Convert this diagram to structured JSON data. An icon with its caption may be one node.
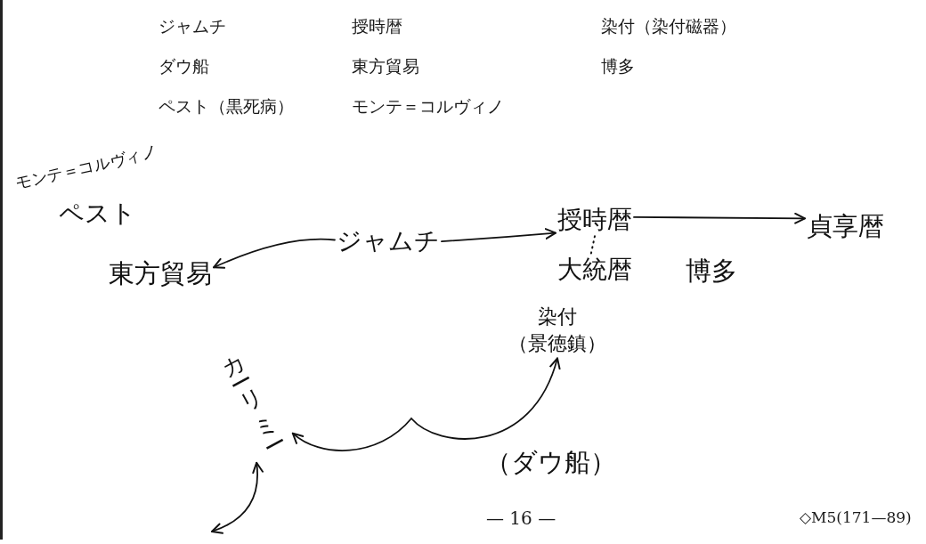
{
  "diagram": {
    "nodes": [
      {
        "text": [
          "東方貿易"
        ]
      },
      {
        "text": [
          "ジャムチ"
        ]
      },
      {
        "text": [
          "授時暦"
        ]
      },
      {
        "text": [
          "大統暦"
        ]
      },
      {
        "text": [
          "貞享暦"
        ]
      },
      {
        "text": [
          "染付（景徳鎮）"
        ]
      },
      {
        "text": [
          "カーリミー"
        ]
      }
    ],
    "edges": [
      {
        "from": 1,
        "to": 0,
        "arrow": "to"
      },
      {
        "from": 1,
        "to": 2,
        "arrow": "to"
      },
      {
        "from": 2,
        "to": 4,
        "arrow": "to"
      },
      {
        "from": 2,
        "to": 3,
        "arrow": "none",
        "style": "dashed"
      },
      {
        "from": 6,
        "to": 5,
        "arrow": "both",
        "label": "（ダウ船）"
      },
      {
        "from": null,
        "to": 6,
        "arrow": "both"
      }
    ],
    "labels": [
      "ジャムチ",
      "授時暦",
      "染付（染付磁器）",
      "ダウ船",
      "東方貿易",
      "博多",
      "ペスト（黒死病）",
      "モンテ＝コルヴィノ",
      "モンテ＝コルヴィノ",
      "ペスト",
      "博多",
      "— 16 —",
      "◇M5(171—89)"
    ]
  }
}
